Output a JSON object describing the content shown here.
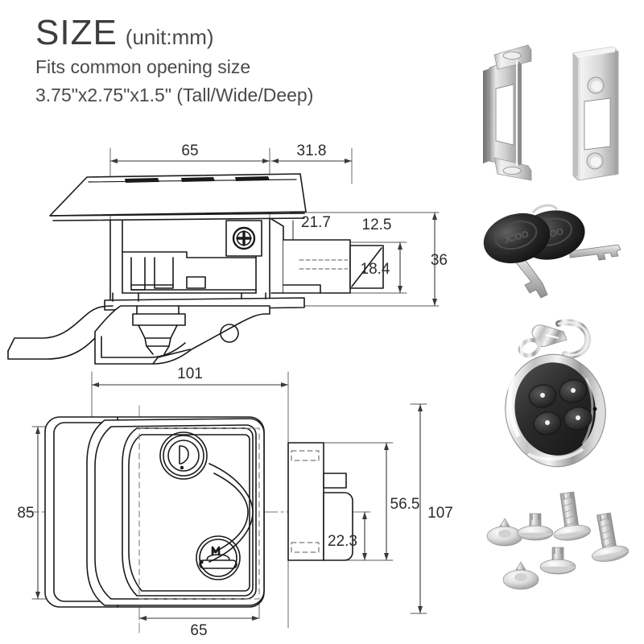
{
  "heading": {
    "title": "SIZE",
    "unit": "(unit:mm)",
    "line1": "Fits common opening size",
    "line2": "3.75\"x2.75\"x1.5\" (Tall/Wide/Deep)"
  },
  "drawings": {
    "side_view": {
      "name": "side-elevation-lock-assembly",
      "dimensions": {
        "body_width": "65",
        "latch_projection": "31.8",
        "latch_center_offset": "21.7",
        "upper_plate_height": "12.5",
        "latch_height": "18.4",
        "total_depth": "36"
      }
    },
    "front_view": {
      "name": "front-elevation-lock-assembly",
      "dimensions": {
        "overall_width": "101",
        "overall_height": "107",
        "plate_height": "85",
        "plate_width": "65",
        "bolt_span": "56.5",
        "bolt_offset": "22.3"
      }
    }
  },
  "accessories": [
    {
      "name": "strike-plate-bent",
      "label": "Bent strike plate"
    },
    {
      "name": "strike-plate-flat",
      "label": "Flat faceplate"
    },
    {
      "name": "keys-pair",
      "label": "Two keys"
    },
    {
      "name": "remote-key-fob",
      "label": "4-button remote fob"
    },
    {
      "name": "mounting-screws",
      "label": "Mounting screws"
    }
  ],
  "colors": {
    "line": "#1a1a1a",
    "dimension_line": "#555555",
    "text": "#3d3d3d",
    "background": "#ffffff",
    "metal_light": "#f2f2f2",
    "metal_mid": "#c8c8c8",
    "metal_dark": "#8f8f8f",
    "plastic_dark": "#2b2b2b"
  }
}
